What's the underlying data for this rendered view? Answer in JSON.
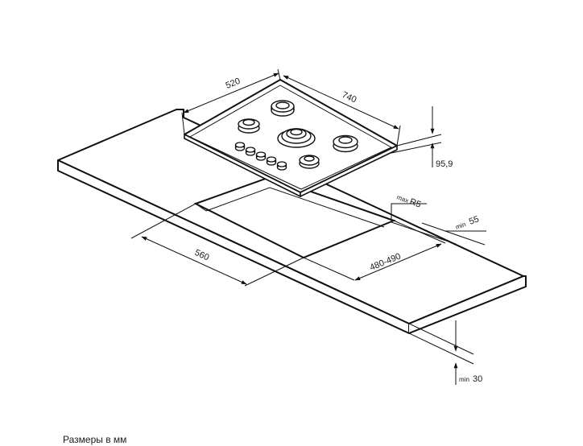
{
  "dimensions": {
    "hob_depth": "520",
    "hob_width": "740",
    "hob_height": "95,9",
    "cutout_depth": "480-490",
    "cutout_width": "560",
    "corner_radius_prefix": "max",
    "corner_radius": "R5",
    "rear_clearance_prefix": "min",
    "rear_clearance": "55",
    "worktop_thickness_prefix": "min",
    "worktop_thickness": "30"
  },
  "footer_note": "Размеры в мм"
}
